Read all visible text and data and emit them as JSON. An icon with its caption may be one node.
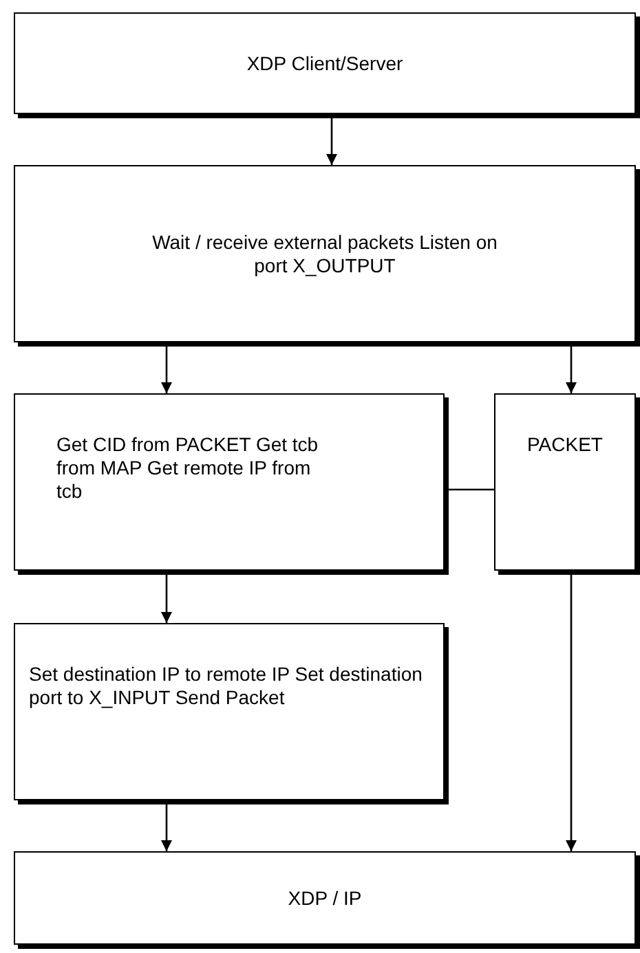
{
  "diagram": {
    "nodes": [
      {
        "text": [
          "XDP Client/Server"
        ]
      },
      {
        "text": [
          "Wait / receive external packets Listen on port X_OUTPUT"
        ]
      },
      {
        "text": [
          "Get CID from PACKET Get tcb from MAP Get remote IP from tcb"
        ]
      },
      {
        "text": [
          "PACKET"
        ]
      },
      {
        "text": [
          "Set destination IP to remote IP Set destination port to X_INPUT Send Packet"
        ]
      },
      {
        "text": [
          "XDP / IP"
        ]
      }
    ],
    "edges": [
      {
        "from": 0,
        "to": 1,
        "arrow": "to"
      },
      {
        "from": 1,
        "to": 2,
        "arrow": "to"
      },
      {
        "from": 1,
        "to": 3,
        "arrow": "to"
      },
      {
        "from": 2,
        "to": 3,
        "arrow": "none"
      },
      {
        "from": 2,
        "to": 4,
        "arrow": "to"
      },
      {
        "from": 4,
        "to": 5,
        "arrow": "to"
      },
      {
        "from": 3,
        "to": 5,
        "arrow": "to"
      }
    ]
  }
}
